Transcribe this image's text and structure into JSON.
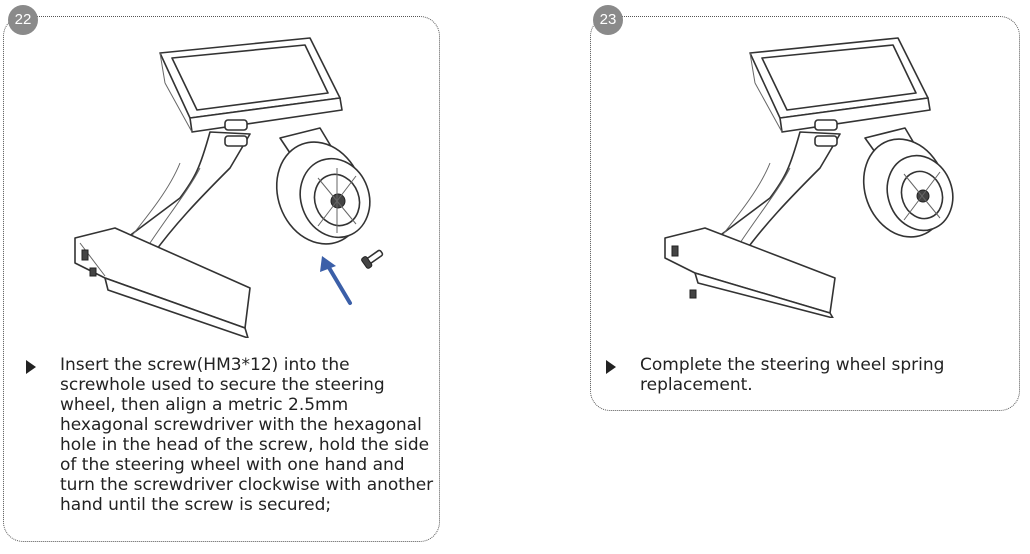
{
  "steps": [
    {
      "number": "22",
      "text": "Insert the screw(HM3*12)  into the screwhole used to secure the steering wheel, then align a metric 2.5mm hexagonal screwdriver with the hexagonal hole in the head of the screw, hold the side of the steering wheel with one hand and turn the screwdriver clockwise with another hand until the screw is secured;"
    },
    {
      "number": "23",
      "text": "Complete the steering wheel spring replacement."
    }
  ],
  "colors": {
    "badge": "#8a8a8a",
    "arrow": "#3b5fa8",
    "border": "#555555"
  },
  "icons": {
    "bullet": "triangle-right-icon",
    "arrow": "arrow-up-left-icon"
  }
}
